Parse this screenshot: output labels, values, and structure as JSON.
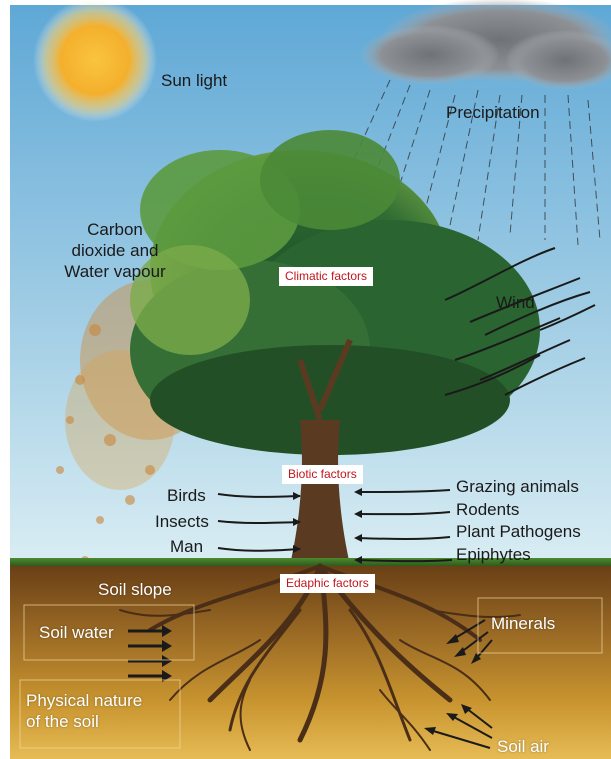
{
  "labels": {
    "sun_light": "Sun light",
    "precipitation": "Precipitation",
    "carbon_dioxide": [
      "Carbon",
      "dioxide and",
      "Water vapour"
    ],
    "wind": "Wind",
    "birds": "Birds",
    "insects": "Insects",
    "man": "Man",
    "grazing_animals": "Grazing animals",
    "rodents": "Rodents",
    "plant_pathogens": "Plant Pathogens",
    "epiphytes": "Epiphytes",
    "soil_slope": "Soil slope",
    "soil_water": "Soil water",
    "minerals": "Minerals",
    "physical_nature": [
      "Physical nature",
      "of the soil"
    ],
    "soil_air": "Soil air"
  },
  "factor_boxes": {
    "climatic": "Climatic factors",
    "biotic": "Biotic factors",
    "edaphic": "Edaphic factors"
  },
  "colors": {
    "sky_top": "#6aaed8",
    "sky_bottom": "#cfe7f1",
    "sun": "#f5b52e",
    "cloud": "#7d8186",
    "foliage_dark": "#1f5a2c",
    "foliage_light": "#5f9a3a",
    "trunk": "#5b3a22",
    "soil_top": "#6b4219",
    "soil_bottom": "#e1b24a",
    "factor_text": "#c0161d",
    "arrow": "#1a1a1a"
  }
}
